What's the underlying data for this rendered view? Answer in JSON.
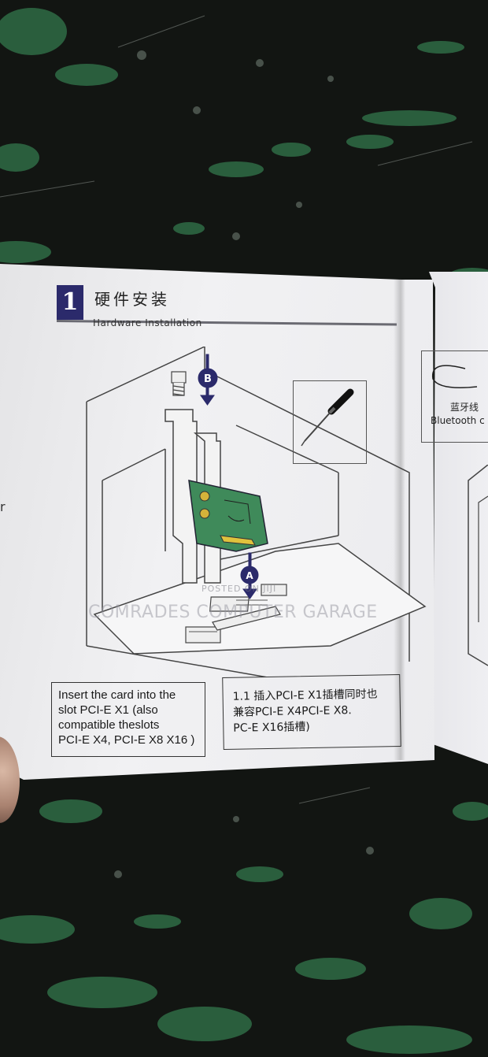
{
  "manual": {
    "step_number": "1",
    "title_zh": "硬件安装",
    "title_en": "Hardware Installation",
    "label_a": "A",
    "label_b": "B",
    "caption_en": [
      "Insert the card into the",
      "slot PCI-E X1 (also",
      "compatible theslots",
      "PCI-E X4, PCI-E X8 X16 )"
    ],
    "caption_zh": [
      "1.1 插入PCI-E X1插槽同时也",
      "兼容PCI-E X4PCI-E X8.",
      "PC-E X16插槽)"
    ],
    "right_page_zh": "蓝牙线",
    "right_page_en": "Bluetooth c",
    "left_edge_glyph": "r"
  },
  "watermark": {
    "small": "POSTED ON JIJI",
    "big": "COMRADES COMPUTER GARAGE"
  },
  "colors": {
    "badge": "#2b2a6b",
    "pcb_green": "#3f8a5a",
    "mat_green": "#2f6b45"
  },
  "icons": [
    "screw-icon",
    "screwdriver-icon",
    "down-arrow-icon"
  ]
}
